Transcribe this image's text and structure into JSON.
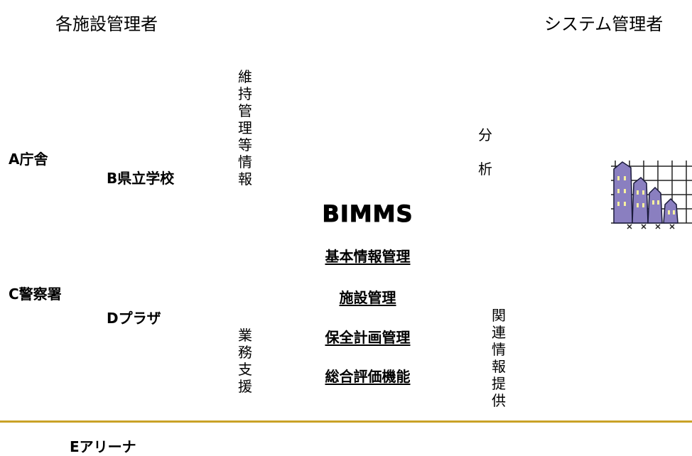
{
  "left_heading": "各施設管理者",
  "right_heading": "システム管理者",
  "facilities": [
    "A庁舎",
    "B県立学校",
    "C警察署",
    "Dプラザ",
    "Eアリーナ"
  ],
  "flows": {
    "maintenance_info": "維持管理等情報",
    "business_support": "業務支援",
    "analysis": "分析",
    "related_info": "関連情報提供"
  },
  "system": {
    "name": "BIMMS",
    "functions": [
      "基本情報管理",
      "施設管理",
      "保全計画管理",
      "総合評価機能"
    ]
  },
  "colors": {
    "divider": "#C9A227",
    "building": "#8A7FC0",
    "chart_grid": "#222222"
  },
  "icons": [
    "bar-chart-buildings-icon"
  ]
}
